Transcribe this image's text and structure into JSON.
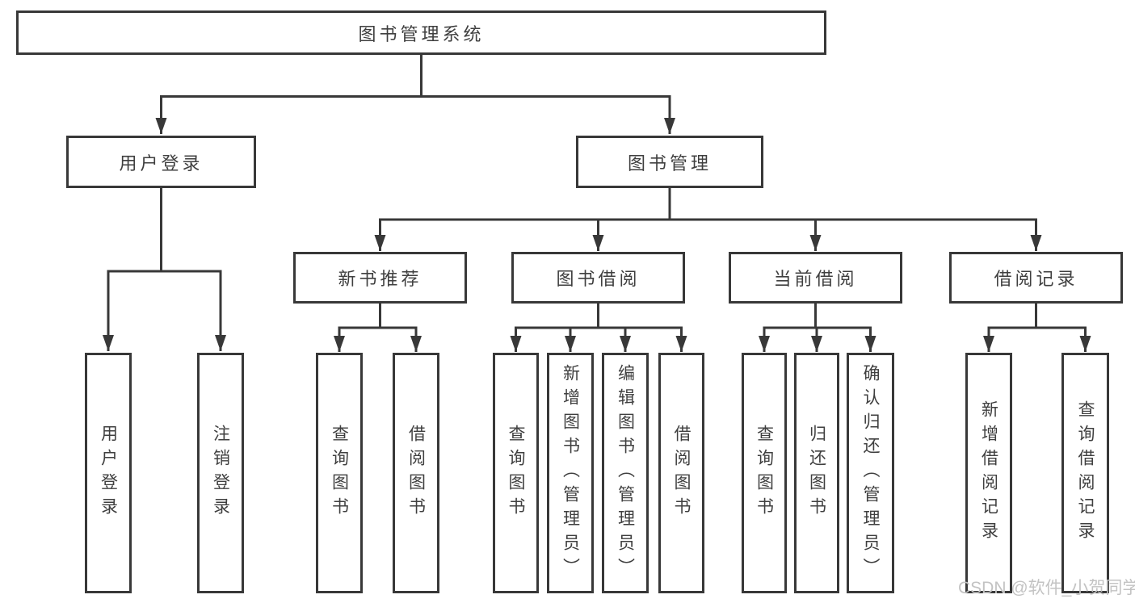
{
  "nodes": {
    "root": "图书管理系统",
    "user_login": "用户登录",
    "book_mgmt": "图书管理",
    "new_book_rec": "新书推荐",
    "book_borrow": "图书借阅",
    "current_borrow": "当前借阅",
    "borrow_records": "借阅记录",
    "leaf_user_login": "用户登录",
    "leaf_logout": "注销登录",
    "leaf_query_books_rec": "查询图书",
    "leaf_borrow_books_rec": "借阅图书",
    "leaf_query_books_borrow": "查询图书",
    "leaf_add_book_admin": "新增图书（管理员）",
    "leaf_edit_book_admin": "编辑图书（管理员）",
    "leaf_borrow_books_borrow": "借阅图书",
    "leaf_query_books_current": "查询图书",
    "leaf_return_book": "归还图书",
    "leaf_confirm_return_admin": "确认归还（管理员）",
    "leaf_add_borrow_record": "新增借阅记录",
    "leaf_query_borrow_record": "查询借阅记录"
  },
  "hierarchy": {
    "图书管理系统": {
      "用户登录": [
        "用户登录",
        "注销登录"
      ],
      "图书管理": {
        "新书推荐": [
          "查询图书",
          "借阅图书"
        ],
        "图书借阅": [
          "查询图书",
          "新增图书（管理员）",
          "编辑图书（管理员）",
          "借阅图书"
        ],
        "当前借阅": [
          "查询图书",
          "归还图书",
          "确认归还（管理员）"
        ],
        "借阅记录": [
          "新增借阅记录",
          "查询借阅记录"
        ]
      }
    }
  },
  "watermark": {
    "text": "CSDN @软件_小贺同学"
  },
  "colors": {
    "line": "#383838",
    "text": "#3f3f3f",
    "background": "#ffffff",
    "watermark": "#c3c3c3"
  }
}
